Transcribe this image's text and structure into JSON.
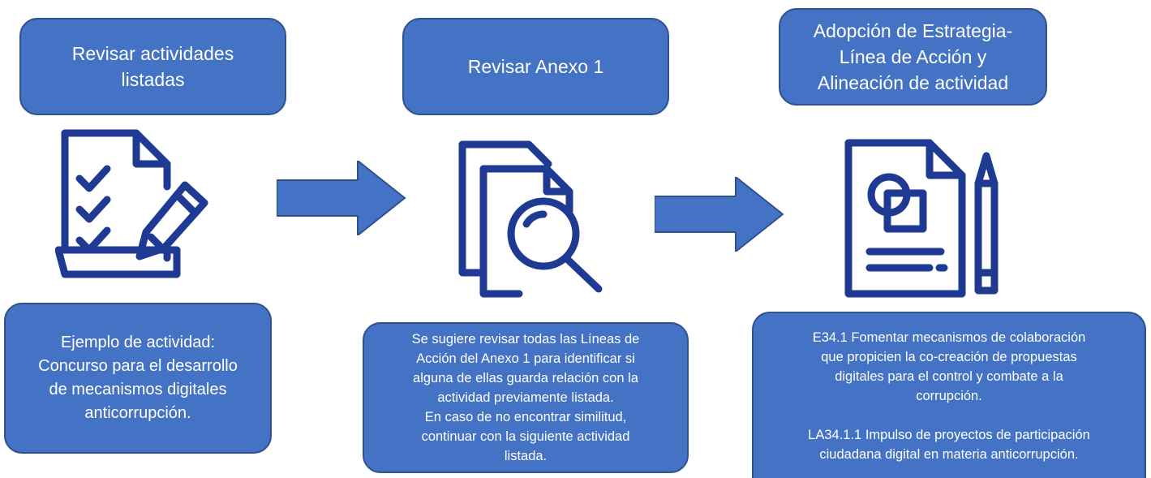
{
  "steps": [
    {
      "title_lines": [
        "Revisar actividades",
        "listadas"
      ],
      "icon": "checklist-edit-icon",
      "description_lines": [
        "Ejemplo de actividad:",
        "Concurso para el desarrollo",
        "de mecanismos digitales",
        "anticorrupción."
      ]
    },
    {
      "title_lines": [
        "Revisar Anexo 1"
      ],
      "icon": "document-search-icon",
      "description_lines": [
        "Se sugiere revisar todas las Líneas de",
        "Acción del Anexo 1 para identificar si",
        "alguna de ellas guarda relación con la",
        "actividad previamente listada.",
        "En caso de no encontrar similitud,",
        "continuar con la siguiente actividad",
        "listada."
      ]
    },
    {
      "title_lines": [
        "Adopción de Estrategia-",
        "Línea de Acción y",
        "Alineación de actividad"
      ],
      "icon": "document-design-pencil-icon",
      "description_lines": [
        "E34.1  Fomentar mecanismos de colaboración",
        "que propicien la co-creación de propuestas",
        "digitales para el control y combate a la",
        "corrupción."
      ],
      "description_lines_2": [
        "LA34.1.1 Impulso de proyectos de participación",
        "ciudadana digital en materia anticorrupción."
      ]
    }
  ],
  "colors": {
    "box_fill": "#4472c4",
    "box_border": "#2f528f",
    "icon": "#1f3a93",
    "arrow": "#4472c4"
  }
}
